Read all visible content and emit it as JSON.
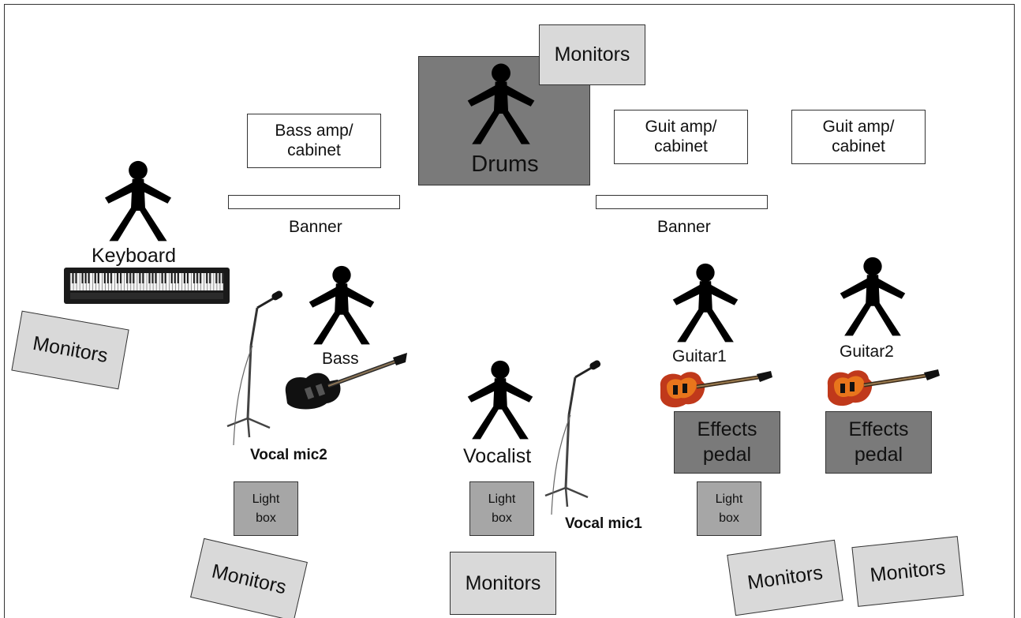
{
  "labels": {
    "monitors": "Monitors",
    "drums": "Drums",
    "bass_amp": "Bass amp/\ncabinet",
    "guit_amp": "Guit amp/\ncabinet",
    "banner": "Banner",
    "keyboard": "Keyboard",
    "bass": "Bass",
    "guitar1": "Guitar1",
    "guitar2": "Guitar2",
    "vocalist": "Vocalist",
    "vocal_mic1": "Vocal mic1",
    "vocal_mic2": "Vocal mic2",
    "effects_pedal": "Effects\npedal",
    "light_box": "Light\nbox"
  },
  "colors": {
    "drums_riser": "#7a7a7a",
    "effects_pedal": "#7a7a7a",
    "light_box": "#a6a6a6",
    "monitors": "#d9d9d9",
    "figure": "#000000",
    "guitar_body": "#c0391b"
  },
  "icons": [
    "person-icon",
    "keyboard-icon",
    "mic-stand-icon",
    "bass-guitar-icon",
    "electric-guitar-icon"
  ]
}
